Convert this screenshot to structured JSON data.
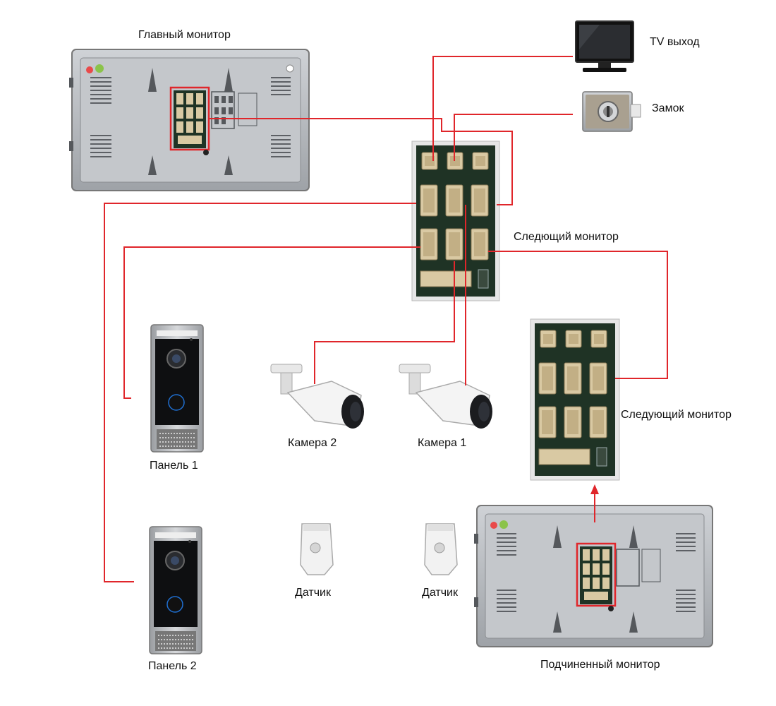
{
  "diagram": {
    "labels": {
      "main_monitor": "Главный монитор",
      "tv_output": "TV выход",
      "lock": "Замок",
      "next_monitor_1": "Следющий монитор",
      "next_monitor_2": "Следующий монитор",
      "camera_2": "Камера 2",
      "camera_1": "Камера 1",
      "panel_1": "Панель 1",
      "panel_2": "Панель 2",
      "sensor_1": "Датчик",
      "sensor_2": "Датчик",
      "slave_monitor": "Подчиненный монитор"
    },
    "colors": {
      "wire": "#e0262b",
      "device_gray": "#b9bcc0",
      "board_green": "#1f3325",
      "connector": "#d9c9a3"
    }
  }
}
